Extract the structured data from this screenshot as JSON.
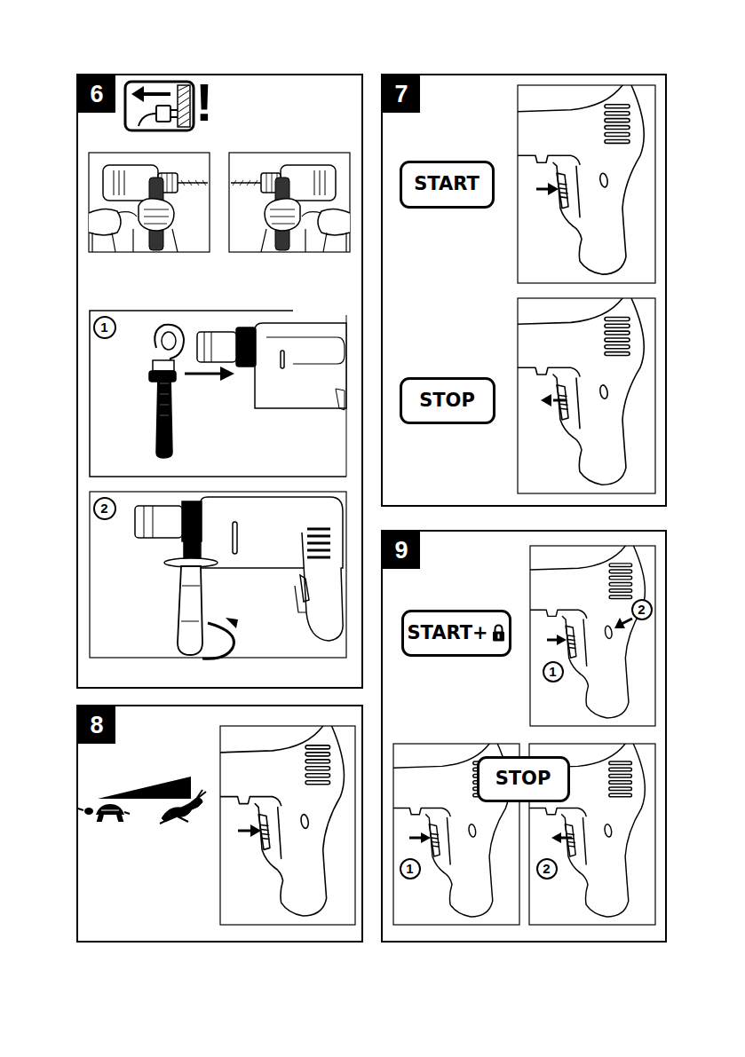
{
  "diagram": {
    "nodes": [
      {
        "text": [
          "6"
        ]
      },
      {
        "text": [
          "1"
        ],
        "in": 0
      },
      {
        "text": [
          "2"
        ],
        "in": 0
      },
      {
        "text": [
          "7"
        ]
      },
      {
        "text": [
          "START"
        ],
        "in": 3
      },
      {
        "text": [
          "STOP"
        ],
        "in": 3
      },
      {
        "text": [
          "8"
        ]
      },
      {
        "text": [
          "9"
        ]
      },
      {
        "text": [
          "START+"
        ],
        "in": 7
      },
      {
        "text": [
          "2"
        ],
        "in": 7
      },
      {
        "text": [
          "1"
        ],
        "in": 7
      },
      {
        "text": [
          "STOP"
        ],
        "in": 7
      },
      {
        "text": [
          "1"
        ],
        "in": 7
      },
      {
        "text": [
          "2"
        ],
        "in": 7
      }
    ],
    "labels": [
      "!"
    ]
  }
}
